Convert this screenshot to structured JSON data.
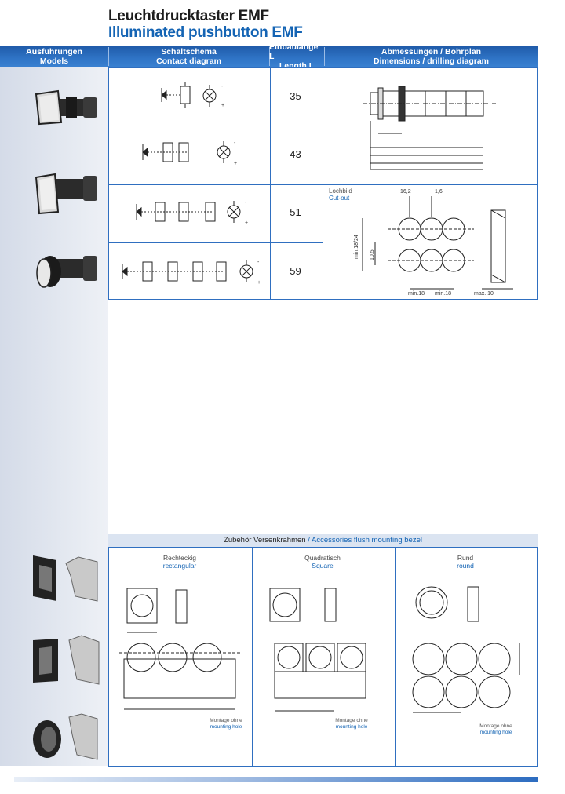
{
  "title": {
    "de": "Leuchtdrucktaster EMF",
    "en": "Illuminated pushbutton EMF"
  },
  "columns": {
    "models": {
      "de": "Ausführungen",
      "en": "Models"
    },
    "contact": {
      "de": "Schaltschema",
      "en": "Contact diagram"
    },
    "length": {
      "de": "Einbaulänge L",
      "en": "Length L"
    },
    "dimensions": {
      "de": "Abmessungen / Bohrplan",
      "en": "Dimensions / drilling diagram"
    }
  },
  "rows": [
    {
      "length": "35"
    },
    {
      "length": "43"
    },
    {
      "length": "51"
    },
    {
      "length": "59"
    }
  ],
  "cutout": {
    "de": "Lochbild",
    "en": "Cut-out"
  },
  "cutout_dims": {
    "d1": "16,2",
    "d2": "1,6",
    "h1": "min.18/24",
    "h2": "10,5",
    "w1": "min.18",
    "w2": "min.18",
    "w3": "max. 10"
  },
  "accessories": {
    "header": {
      "de": "Zubehör Versenkrahmen",
      "sep": " / ",
      "en": "Accessories flush mounting bezel"
    },
    "types": [
      {
        "de": "Rechteckig",
        "en": "rectangular"
      },
      {
        "de": "Quadratisch",
        "en": "Square"
      },
      {
        "de": "Rund",
        "en": "round"
      }
    ],
    "mounting": {
      "de": "Montage ohne",
      "en": "mounting hole"
    }
  },
  "colors": {
    "accent": "#1464b4",
    "header": "#2f6fc0",
    "sidebar": "#dfe5ef"
  }
}
